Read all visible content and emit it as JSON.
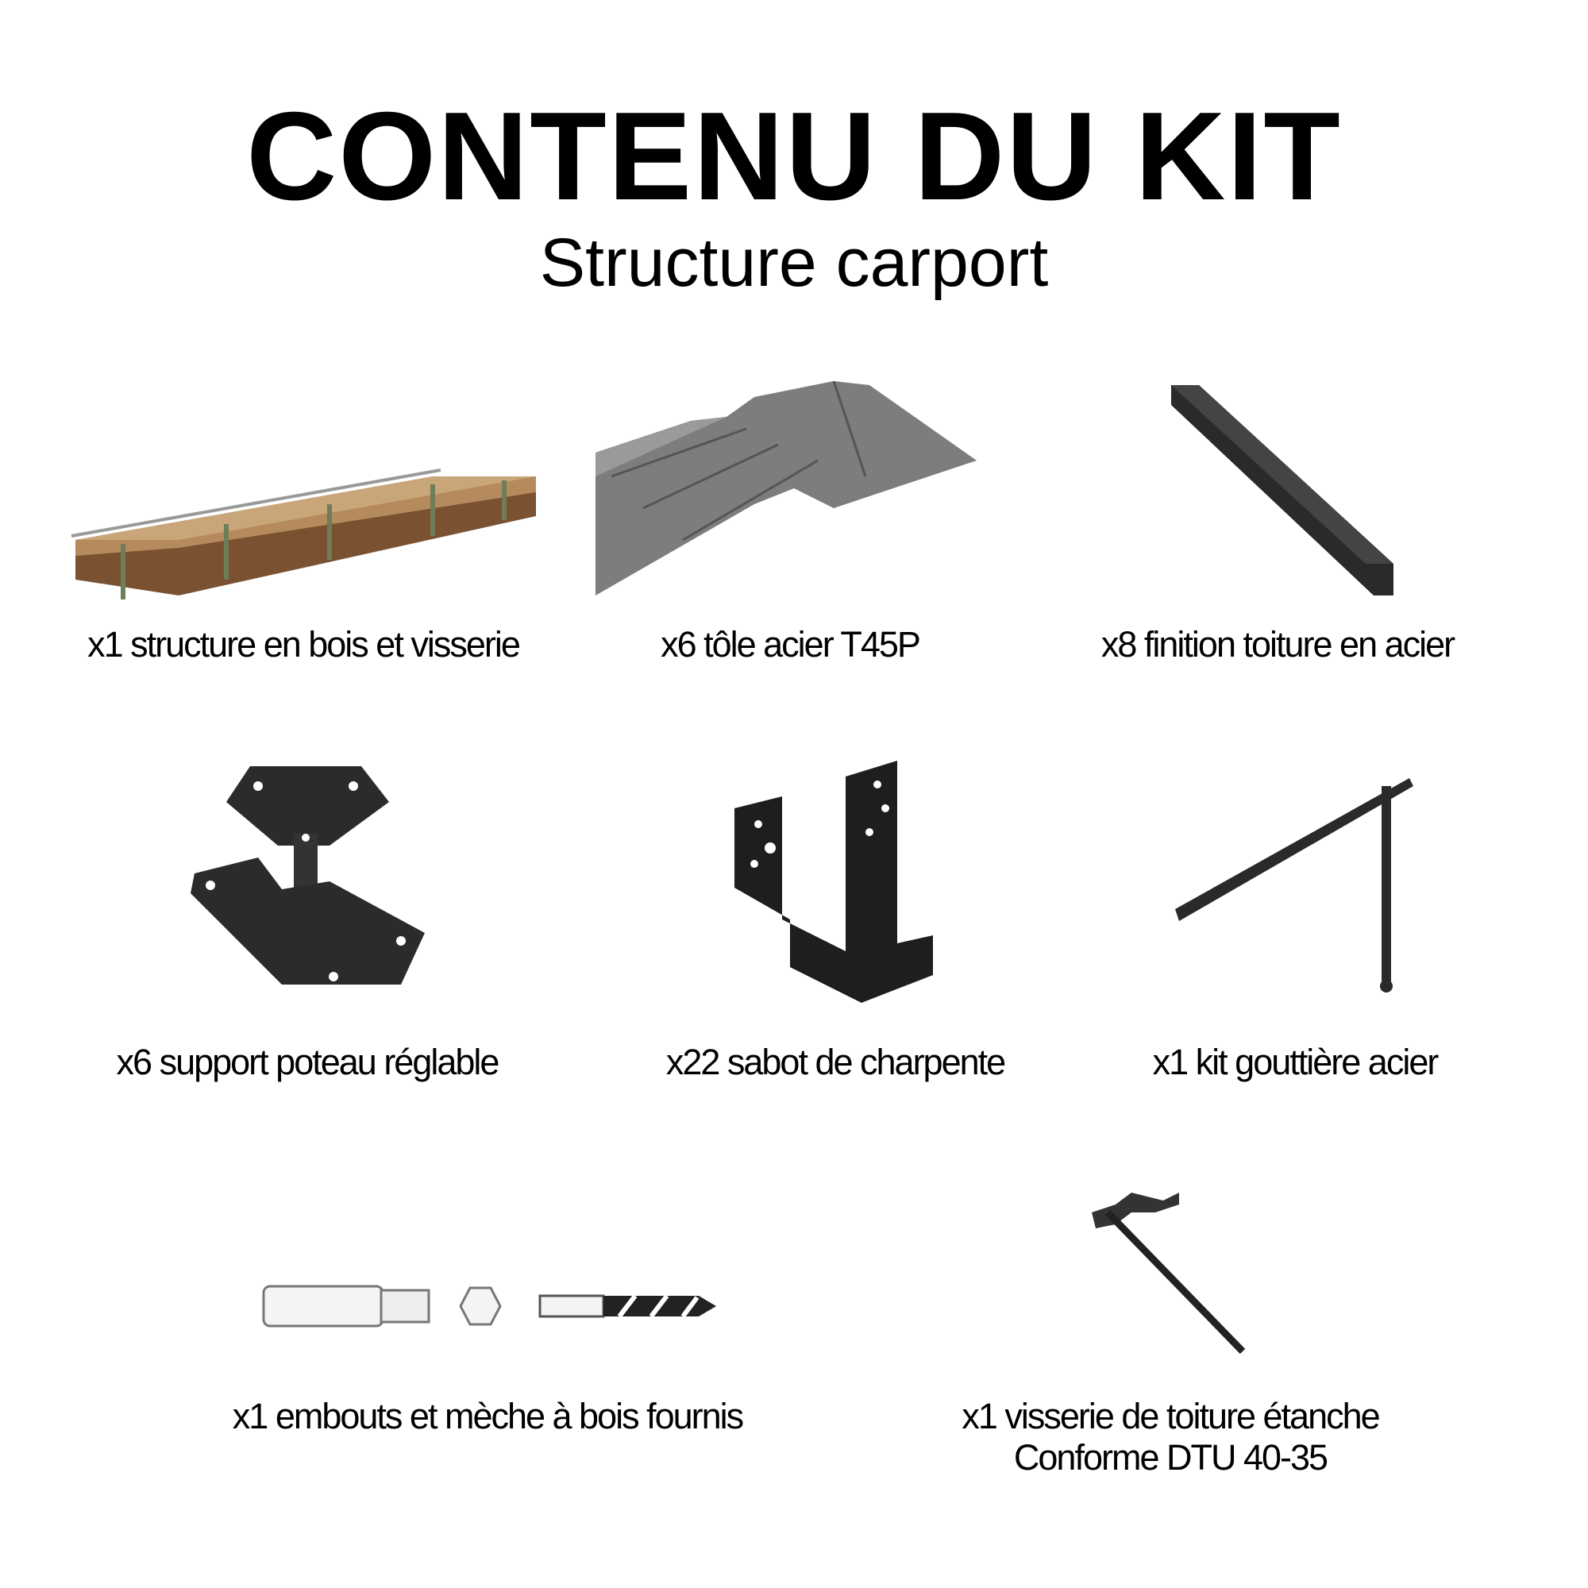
{
  "header": {
    "title": "CONTENU DU KIT",
    "subtitle": "Structure carport"
  },
  "items": [
    {
      "label": "x1 structure en bois et visserie",
      "icon": "wood-bundle-icon"
    },
    {
      "label": "x6 tôle acier T45P",
      "icon": "steel-sheet-icon"
    },
    {
      "label": "x8 finition toiture en acier",
      "icon": "roof-trim-icon"
    },
    {
      "label": "x6 support poteau réglable",
      "icon": "post-base-icon"
    },
    {
      "label": "x22 sabot de charpente",
      "icon": "joist-hanger-icon"
    },
    {
      "label": "x1 kit gouttière acier",
      "icon": "gutter-kit-icon"
    },
    {
      "label": "x1 embouts et mèche à bois fournis",
      "icon": "drill-bits-icon"
    },
    {
      "label": "x1 visserie de toiture étanche",
      "label2": "Conforme DTU 40-35",
      "icon": "roof-screw-icon"
    }
  ]
}
